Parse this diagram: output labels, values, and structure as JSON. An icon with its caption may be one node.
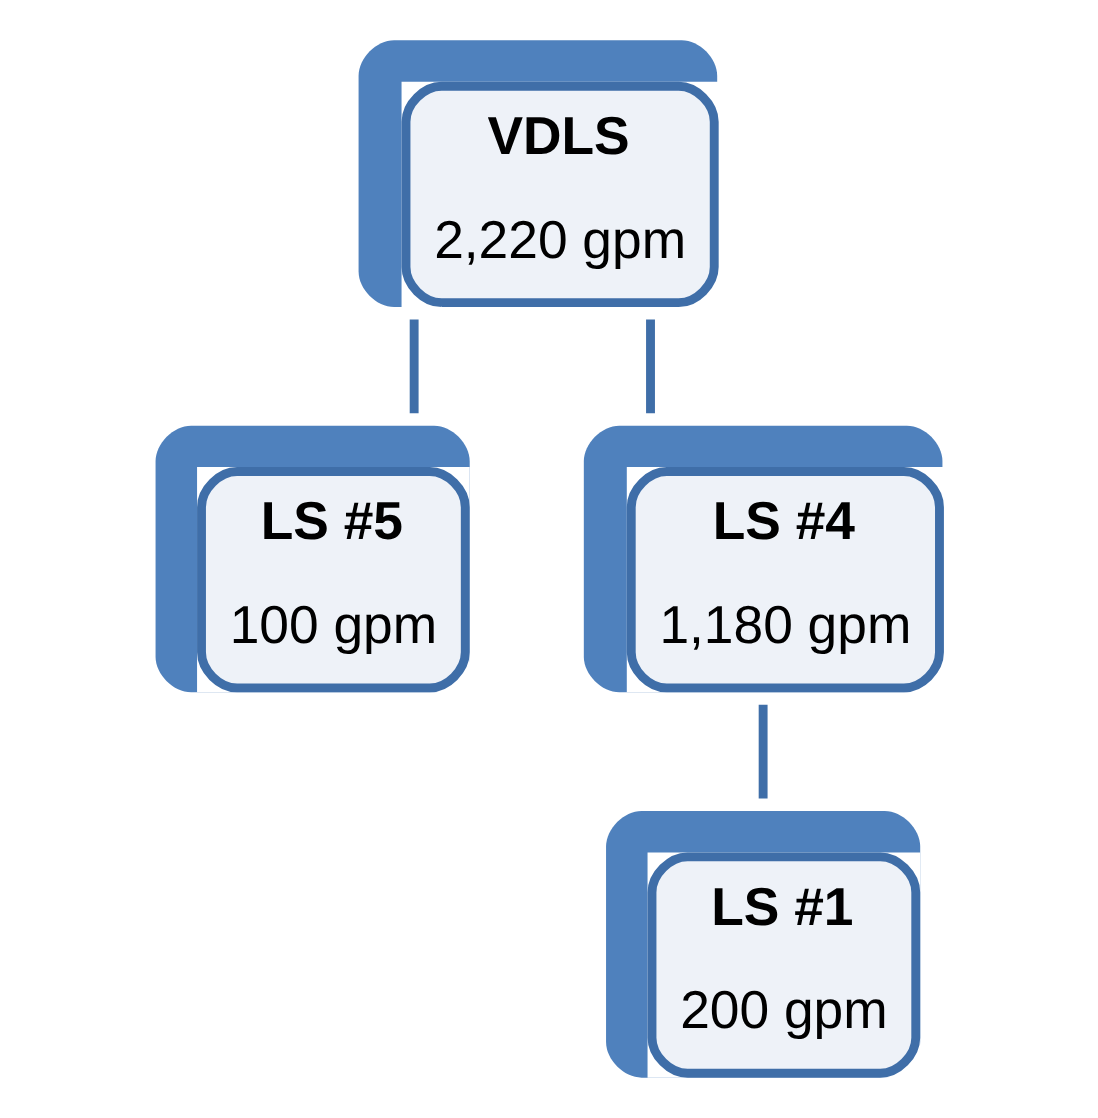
{
  "diagram": {
    "nodes": [
      {
        "text": [
          "VDLS",
          "2,220 gpm"
        ]
      },
      {
        "text": [
          "LS #5",
          "100 gpm"
        ]
      },
      {
        "text": [
          "LS #4",
          "1,180 gpm"
        ]
      },
      {
        "text": [
          "LS #1",
          "200 gpm"
        ]
      }
    ],
    "edges": [
      {
        "from": 0,
        "to": 1,
        "arrow": "none"
      },
      {
        "from": 0,
        "to": 2,
        "arrow": "none"
      },
      {
        "from": 2,
        "to": 3,
        "arrow": "none"
      }
    ]
  }
}
